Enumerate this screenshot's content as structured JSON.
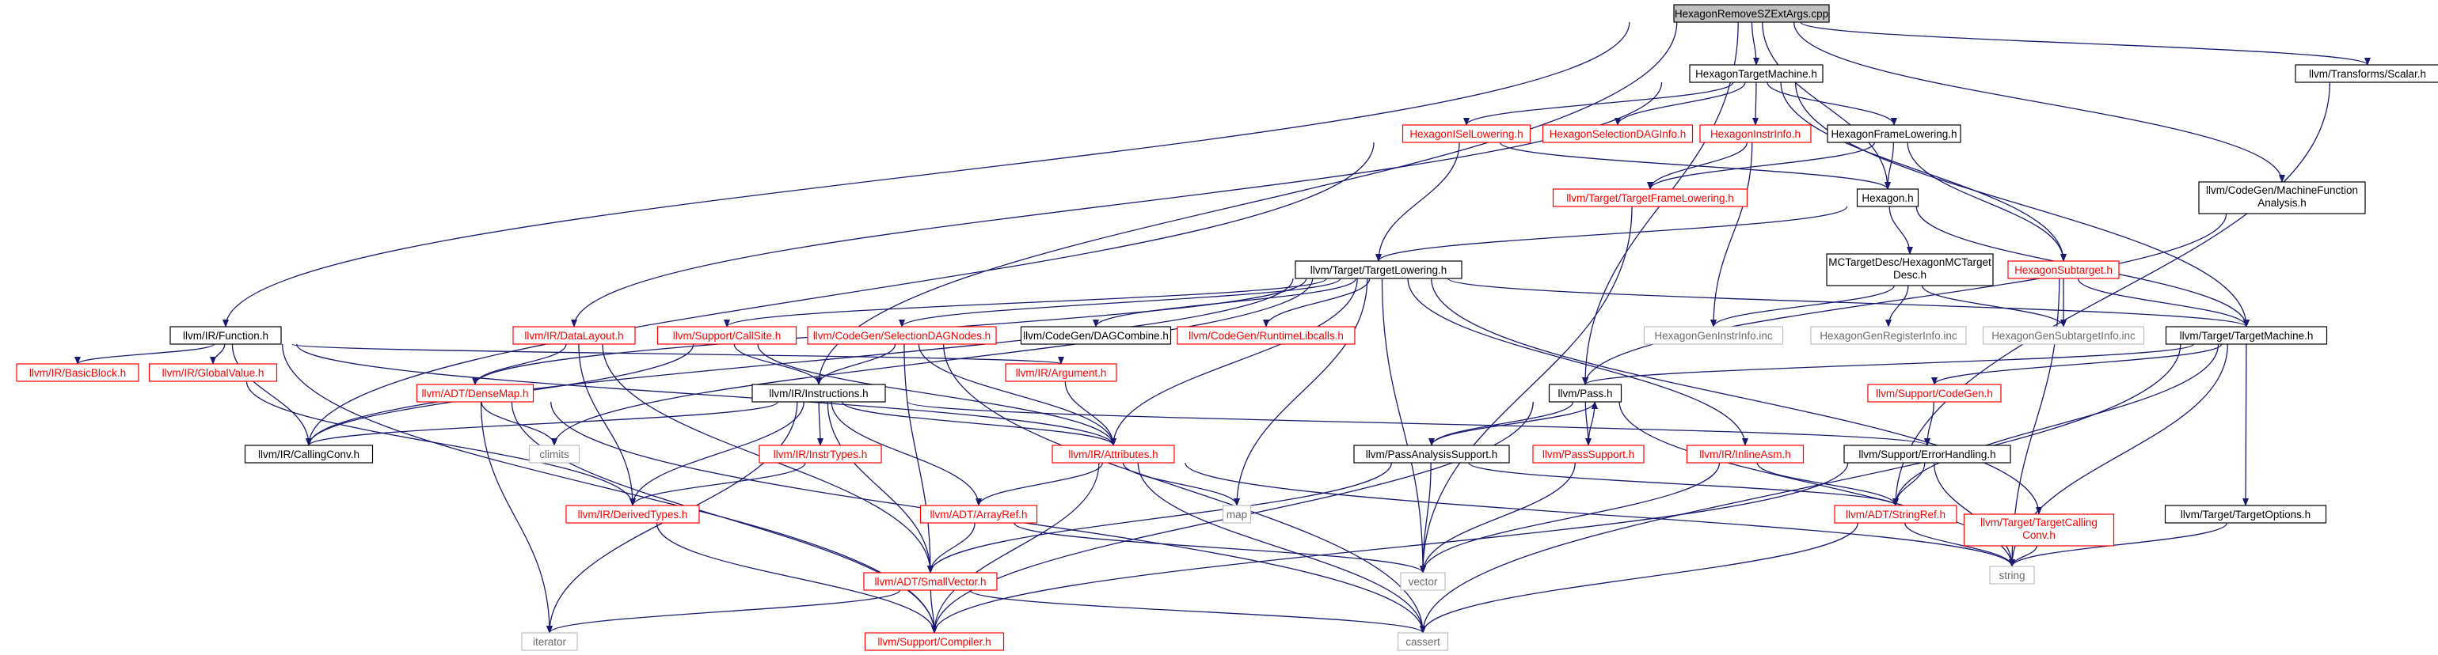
{
  "colors": {
    "edge": "#191970",
    "text_red": "#ff0000",
    "text_black": "#000000",
    "text_gray": "#6b6b6b",
    "box_black": "#000000",
    "box_red": "#ff0000",
    "box_gray": "#bfbfbf",
    "root_fill": "#bfbfbf"
  },
  "nodes": {
    "root": {
      "lines": [
        "HexagonRemoveSZExtArgs.cpp"
      ],
      "style": "root"
    },
    "htm": {
      "lines": [
        "HexagonTargetMachine.h"
      ],
      "style": "black"
    },
    "scalar": {
      "lines": [
        "llvm/Transforms/Scalar.h"
      ],
      "style": "black"
    },
    "hisel": {
      "lines": [
        "HexagonISelLowering.h"
      ],
      "style": "red"
    },
    "hsdag": {
      "lines": [
        "HexagonSelectionDAGInfo.h"
      ],
      "style": "red"
    },
    "hii": {
      "lines": [
        "HexagonInstrInfo.h"
      ],
      "style": "red"
    },
    "hfl": {
      "lines": [
        "HexagonFrameLowering.h"
      ],
      "style": "black"
    },
    "mfa": {
      "lines": [
        "llvm/CodeGen/MachineFunction",
        "Analysis.h"
      ],
      "style": "black"
    },
    "ttfl": {
      "lines": [
        "llvm/Target/TargetFrameLowering.h"
      ],
      "style": "red"
    },
    "hexh": {
      "lines": [
        "Hexagon.h"
      ],
      "style": "black"
    },
    "tlow": {
      "lines": [
        "llvm/Target/TargetLowering.h"
      ],
      "style": "black"
    },
    "mctd": {
      "lines": [
        "MCTargetDesc/HexagonMCTarget",
        "Desc.h"
      ],
      "style": "black"
    },
    "hsub": {
      "lines": [
        "HexagonSubtarget.h"
      ],
      "style": "red"
    },
    "func": {
      "lines": [
        "llvm/IR/Function.h"
      ],
      "style": "black"
    },
    "dlay": {
      "lines": [
        "llvm/IR/DataLayout.h"
      ],
      "style": "red"
    },
    "csite": {
      "lines": [
        "llvm/Support/CallSite.h"
      ],
      "style": "red"
    },
    "sdn": {
      "lines": [
        "llvm/CodeGen/SelectionDAGNodes.h"
      ],
      "style": "red"
    },
    "dagc": {
      "lines": [
        "llvm/CodeGen/DAGCombine.h"
      ],
      "style": "black"
    },
    "rtl": {
      "lines": [
        "llvm/CodeGen/RuntimeLibcalls.h"
      ],
      "style": "red"
    },
    "hgii": {
      "lines": [
        "HexagonGenInstrInfo.inc"
      ],
      "style": "gray"
    },
    "hgri": {
      "lines": [
        "HexagonGenRegisterInfo.inc"
      ],
      "style": "gray"
    },
    "hgsi": {
      "lines": [
        "HexagonGenSubtargetInfo.inc"
      ],
      "style": "gray"
    },
    "ttm": {
      "lines": [
        "llvm/Target/TargetMachine.h"
      ],
      "style": "black"
    },
    "bb": {
      "lines": [
        "llvm/IR/BasicBlock.h"
      ],
      "style": "red"
    },
    "gv": {
      "lines": [
        "llvm/IR/GlobalValue.h"
      ],
      "style": "red"
    },
    "arg": {
      "lines": [
        "llvm/IR/Argument.h"
      ],
      "style": "red"
    },
    "dmap": {
      "lines": [
        "llvm/ADT/DenseMap.h"
      ],
      "style": "red"
    },
    "instr": {
      "lines": [
        "llvm/IR/Instructions.h"
      ],
      "style": "black"
    },
    "pass": {
      "lines": [
        "llvm/Pass.h"
      ],
      "style": "black"
    },
    "scg": {
      "lines": [
        "llvm/Support/CodeGen.h"
      ],
      "style": "red"
    },
    "climits": {
      "lines": [
        "climits"
      ],
      "style": "gray"
    },
    "cconv": {
      "lines": [
        "llvm/IR/CallingConv.h"
      ],
      "style": "black"
    },
    "itypes": {
      "lines": [
        "llvm/IR/InstrTypes.h"
      ],
      "style": "red"
    },
    "attr": {
      "lines": [
        "llvm/IR/Attributes.h"
      ],
      "style": "red"
    },
    "pas": {
      "lines": [
        "llvm/PassAnalysisSupport.h"
      ],
      "style": "black"
    },
    "psup": {
      "lines": [
        "llvm/PassSupport.h"
      ],
      "style": "red"
    },
    "iasm": {
      "lines": [
        "llvm/IR/InlineAsm.h"
      ],
      "style": "red"
    },
    "errh": {
      "lines": [
        "llvm/Support/ErrorHandling.h"
      ],
      "style": "black"
    },
    "map": {
      "lines": [
        "map"
      ],
      "style": "gray"
    },
    "dtypes": {
      "lines": [
        "llvm/IR/DerivedTypes.h"
      ],
      "style": "red"
    },
    "aref": {
      "lines": [
        "llvm/ADT/ArrayRef.h"
      ],
      "style": "red"
    },
    "sref": {
      "lines": [
        "llvm/ADT/StringRef.h"
      ],
      "style": "red"
    },
    "ttcc": {
      "lines": [
        "llvm/Target/TargetCalling",
        "Conv.h"
      ],
      "style": "red"
    },
    "topt": {
      "lines": [
        "llvm/Target/TargetOptions.h"
      ],
      "style": "black"
    },
    "svec": {
      "lines": [
        "llvm/ADT/SmallVector.h"
      ],
      "style": "red"
    },
    "vector": {
      "lines": [
        "vector"
      ],
      "style": "gray"
    },
    "string": {
      "lines": [
        "string"
      ],
      "style": "gray"
    },
    "iter": {
      "lines": [
        "iterator"
      ],
      "style": "gray"
    },
    "comp": {
      "lines": [
        "llvm/Support/Compiler.h"
      ],
      "style": "red"
    },
    "cassert": {
      "lines": [
        "cassert"
      ],
      "style": "gray"
    }
  },
  "edges": [
    [
      "root",
      "htm"
    ],
    [
      "root",
      "scalar"
    ],
    [
      "root",
      "func"
    ],
    [
      "root",
      "instr"
    ],
    [
      "root",
      "pass"
    ],
    [
      "root",
      "hexh"
    ],
    [
      "htm",
      "hisel"
    ],
    [
      "htm",
      "hsdag"
    ],
    [
      "htm",
      "hii"
    ],
    [
      "htm",
      "hfl"
    ],
    [
      "htm",
      "hsub"
    ],
    [
      "htm",
      "ttm"
    ],
    [
      "htm",
      "dlay"
    ],
    [
      "scalar",
      "sref"
    ],
    [
      "mfa",
      "pass"
    ],
    [
      "root",
      "mfa"
    ],
    [
      "hisel",
      "hexh"
    ],
    [
      "hisel",
      "tlow"
    ],
    [
      "hisel",
      "cconv"
    ],
    [
      "hii",
      "ttfl"
    ],
    [
      "hii",
      "hgii"
    ],
    [
      "hfl",
      "ttfl"
    ],
    [
      "hfl",
      "hexh"
    ],
    [
      "hfl",
      "hsub"
    ],
    [
      "ttfl",
      "vector"
    ],
    [
      "hexh",
      "tlow"
    ],
    [
      "hexh",
      "mctd"
    ],
    [
      "hexh",
      "ttm"
    ],
    [
      "mctd",
      "hgii"
    ],
    [
      "mctd",
      "hgri"
    ],
    [
      "mctd",
      "hgsi"
    ],
    [
      "hsub",
      "ttm"
    ],
    [
      "hsub",
      "hgsi"
    ],
    [
      "hsub",
      "string"
    ],
    [
      "tlow",
      "csite"
    ],
    [
      "tlow",
      "sdn"
    ],
    [
      "tlow",
      "dagc"
    ],
    [
      "tlow",
      "rtl"
    ],
    [
      "tlow",
      "ttm"
    ],
    [
      "tlow",
      "dmap"
    ],
    [
      "tlow",
      "climits"
    ],
    [
      "tlow",
      "attr"
    ],
    [
      "tlow",
      "iasm"
    ],
    [
      "tlow",
      "map"
    ],
    [
      "tlow",
      "vector"
    ],
    [
      "tlow",
      "ttcc"
    ],
    [
      "tlow",
      "cconv"
    ],
    [
      "func",
      "bb"
    ],
    [
      "func",
      "gv"
    ],
    [
      "func",
      "arg"
    ],
    [
      "func",
      "cconv"
    ],
    [
      "func",
      "attr"
    ],
    [
      "func",
      "comp"
    ],
    [
      "dlay",
      "dmap"
    ],
    [
      "dlay",
      "dtypes"
    ],
    [
      "dlay",
      "svec"
    ],
    [
      "csite",
      "instr"
    ],
    [
      "csite",
      "attr"
    ],
    [
      "csite",
      "cconv"
    ],
    [
      "sdn",
      "instr"
    ],
    [
      "sdn",
      "svec"
    ],
    [
      "sdn",
      "attr"
    ],
    [
      "sdn",
      "cassert"
    ],
    [
      "ttm",
      "pass"
    ],
    [
      "ttm",
      "scg"
    ],
    [
      "ttm",
      "sref"
    ],
    [
      "ttm",
      "topt"
    ],
    [
      "ttm",
      "string"
    ],
    [
      "ttm",
      "cassert"
    ],
    [
      "gv",
      "dtypes"
    ],
    [
      "arg",
      "attr"
    ],
    [
      "dmap",
      "climits"
    ],
    [
      "dmap",
      "iter"
    ],
    [
      "dmap",
      "comp"
    ],
    [
      "dmap",
      "cassert"
    ],
    [
      "instr",
      "cconv"
    ],
    [
      "instr",
      "itypes"
    ],
    [
      "instr",
      "attr"
    ],
    [
      "instr",
      "aref"
    ],
    [
      "instr",
      "svec"
    ],
    [
      "instr",
      "errh"
    ],
    [
      "instr",
      "dtypes"
    ],
    [
      "instr",
      "iter"
    ],
    [
      "pass",
      "pas"
    ],
    [
      "pass",
      "psup"
    ],
    [
      "pass",
      "string"
    ],
    [
      "pass",
      "comp"
    ],
    [
      "scg",
      "errh"
    ],
    [
      "itypes",
      "dtypes"
    ],
    [
      "attr",
      "aref"
    ],
    [
      "attr",
      "map"
    ],
    [
      "attr",
      "string"
    ],
    [
      "attr",
      "comp"
    ],
    [
      "attr",
      "cassert"
    ],
    [
      "pas",
      "pass"
    ],
    [
      "pas",
      "vector"
    ],
    [
      "pas",
      "svec"
    ],
    [
      "pas",
      "sref"
    ],
    [
      "psup",
      "pass"
    ],
    [
      "psup",
      "vector"
    ],
    [
      "iasm",
      "sref"
    ],
    [
      "iasm",
      "vector"
    ],
    [
      "errh",
      "sref"
    ],
    [
      "errh",
      "comp"
    ],
    [
      "errh",
      "string"
    ],
    [
      "dtypes",
      "comp"
    ],
    [
      "aref",
      "svec"
    ],
    [
      "aref",
      "vector"
    ],
    [
      "sref",
      "string"
    ],
    [
      "sref",
      "cassert"
    ],
    [
      "ttcc",
      "string"
    ],
    [
      "topt",
      "string"
    ],
    [
      "svec",
      "iter"
    ],
    [
      "svec",
      "comp"
    ],
    [
      "svec",
      "cassert"
    ]
  ]
}
